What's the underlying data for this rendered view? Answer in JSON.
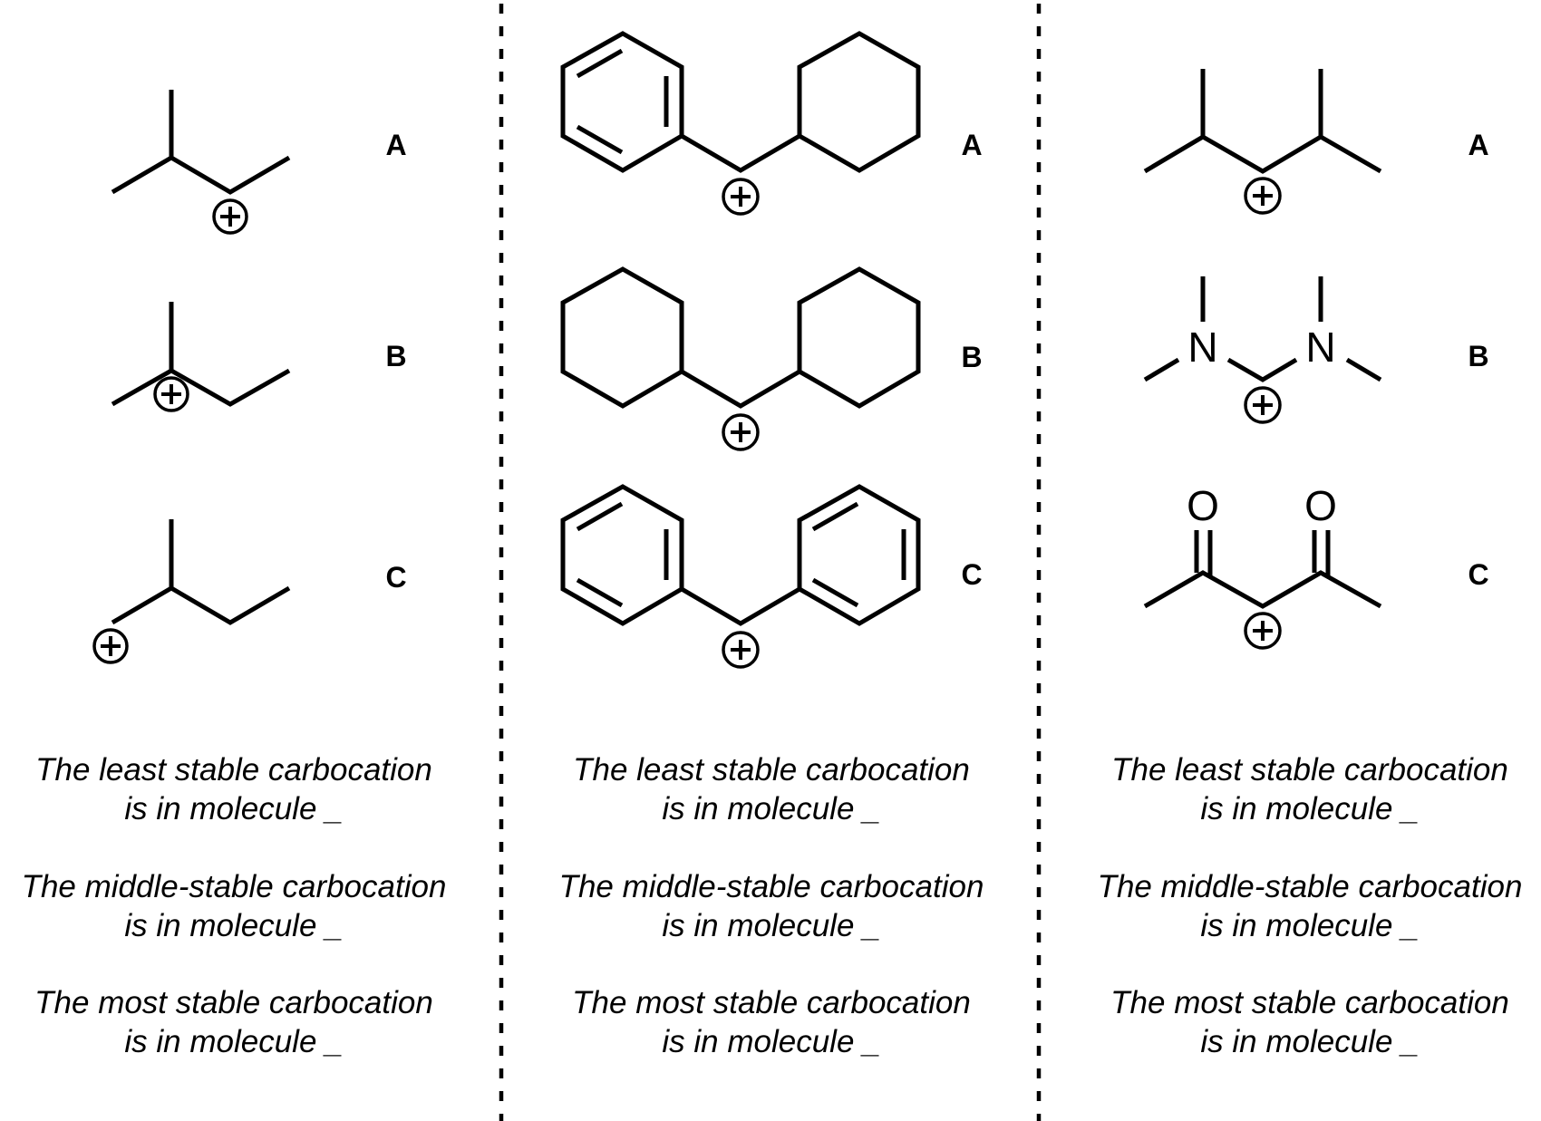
{
  "columns": [
    {
      "id": "alkyl",
      "molecules": [
        {
          "label": "A",
          "description": "3-methylbutan-2-yl cation (secondary)"
        },
        {
          "label": "B",
          "description": "2-methylbutan-2-yl cation (tertiary)"
        },
        {
          "label": "C",
          "description": "2-methylbutan-1-yl cation (primary)"
        }
      ],
      "questions": [
        {
          "line1": "The least stable carbocation",
          "line2": "is in molecule _"
        },
        {
          "line1": "The middle-stable carbocation",
          "line2": "is in molecule _"
        },
        {
          "line1": "The most stable carbocation",
          "line2": "is in molecule _"
        }
      ]
    },
    {
      "id": "rings",
      "molecules": [
        {
          "label": "A",
          "description": "phenyl(cyclohexyl)methyl cation"
        },
        {
          "label": "B",
          "description": "dicyclohexylmethyl cation"
        },
        {
          "label": "C",
          "description": "diphenylmethyl cation"
        }
      ],
      "questions": [
        {
          "line1": "The least stable carbocation",
          "line2": "is in molecule _"
        },
        {
          "line1": "The middle-stable carbocation",
          "line2": "is in molecule _"
        },
        {
          "line1": "The most stable carbocation",
          "line2": "is in molecule _"
        }
      ]
    },
    {
      "id": "heteroatom",
      "molecules": [
        {
          "label": "A",
          "description": "2,4-dimethylpentan-3-yl cation",
          "atoms": []
        },
        {
          "label": "B",
          "description": "bis(dimethylamino)methyl cation",
          "atoms": [
            "N",
            "N"
          ]
        },
        {
          "label": "C",
          "description": "2,4-dioxopentan-3-yl cation",
          "atoms": [
            "O",
            "O"
          ]
        }
      ],
      "questions": [
        {
          "line1": "The least stable carbocation",
          "line2": "is in molecule _"
        },
        {
          "line1": "The middle-stable carbocation",
          "line2": "is in molecule _"
        },
        {
          "line1": "The most stable carbocation",
          "line2": "is in molecule _"
        }
      ]
    }
  ]
}
